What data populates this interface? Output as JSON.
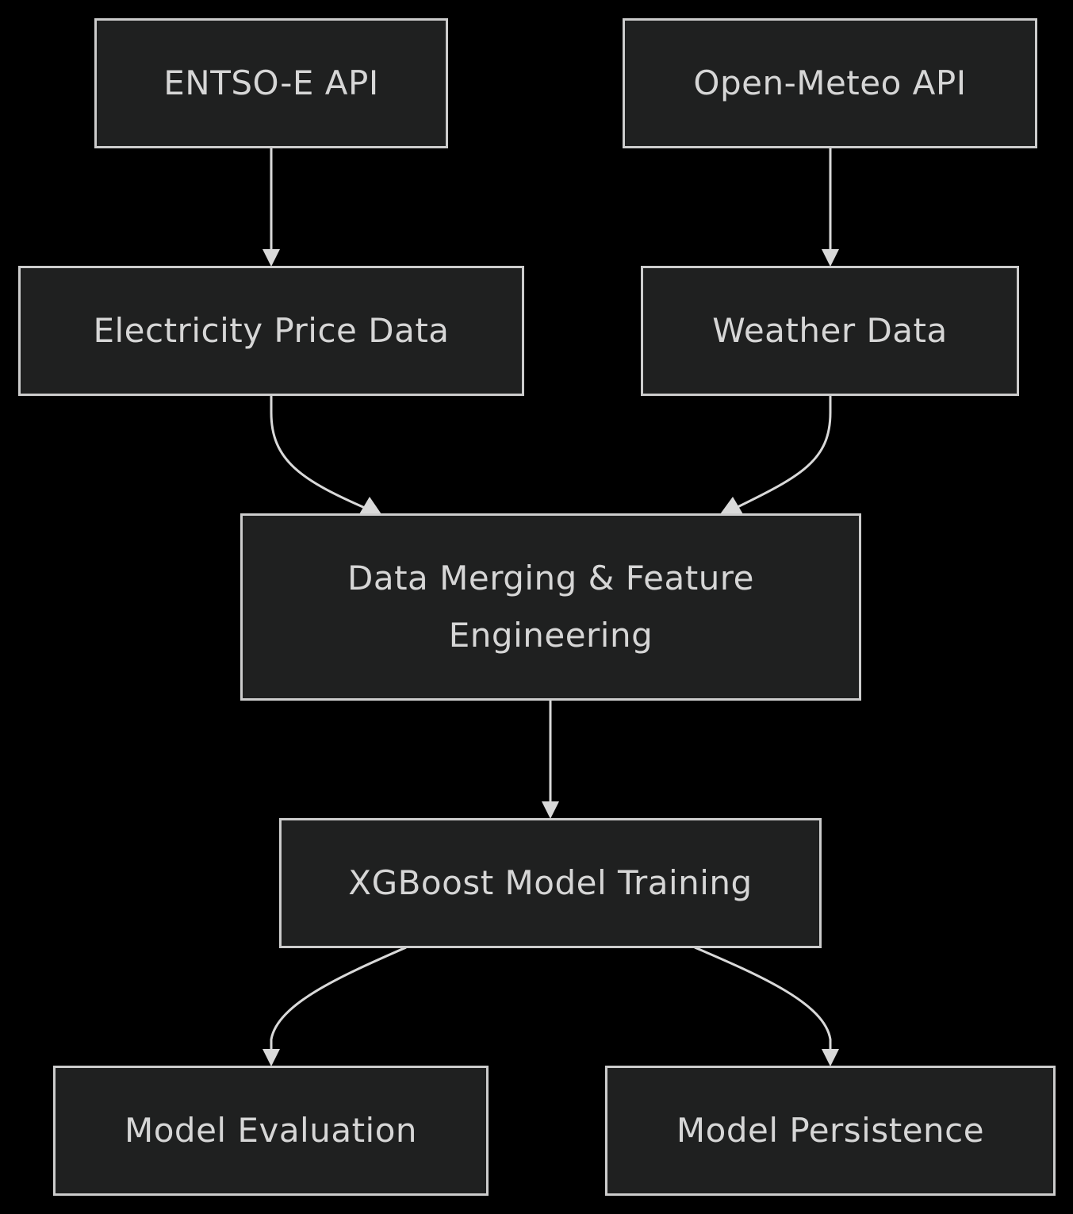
{
  "nodes": {
    "entsoe_api": "ENTSO-E API",
    "open_meteo_api": "Open-Meteo API",
    "electricity_price_data": "Electricity Price Data",
    "weather_data": "Weather Data",
    "merging": "Data Merging & Feature Engineering",
    "xgboost_training": "XGBoost Model Training",
    "model_evaluation": "Model Evaluation",
    "model_persistence": "Model Persistence"
  },
  "edges": [
    {
      "from": "entsoe_api",
      "to": "electricity_price_data"
    },
    {
      "from": "open_meteo_api",
      "to": "weather_data"
    },
    {
      "from": "electricity_price_data",
      "to": "merging"
    },
    {
      "from": "weather_data",
      "to": "merging"
    },
    {
      "from": "merging",
      "to": "xgboost_training"
    },
    {
      "from": "xgboost_training",
      "to": "model_evaluation"
    },
    {
      "from": "xgboost_training",
      "to": "model_persistence"
    }
  ],
  "colors": {
    "background": "#000000",
    "node_fill": "#1f2020",
    "node_border": "#cccccc",
    "text": "#d6d6d6",
    "edge": "#d9d9d9"
  }
}
